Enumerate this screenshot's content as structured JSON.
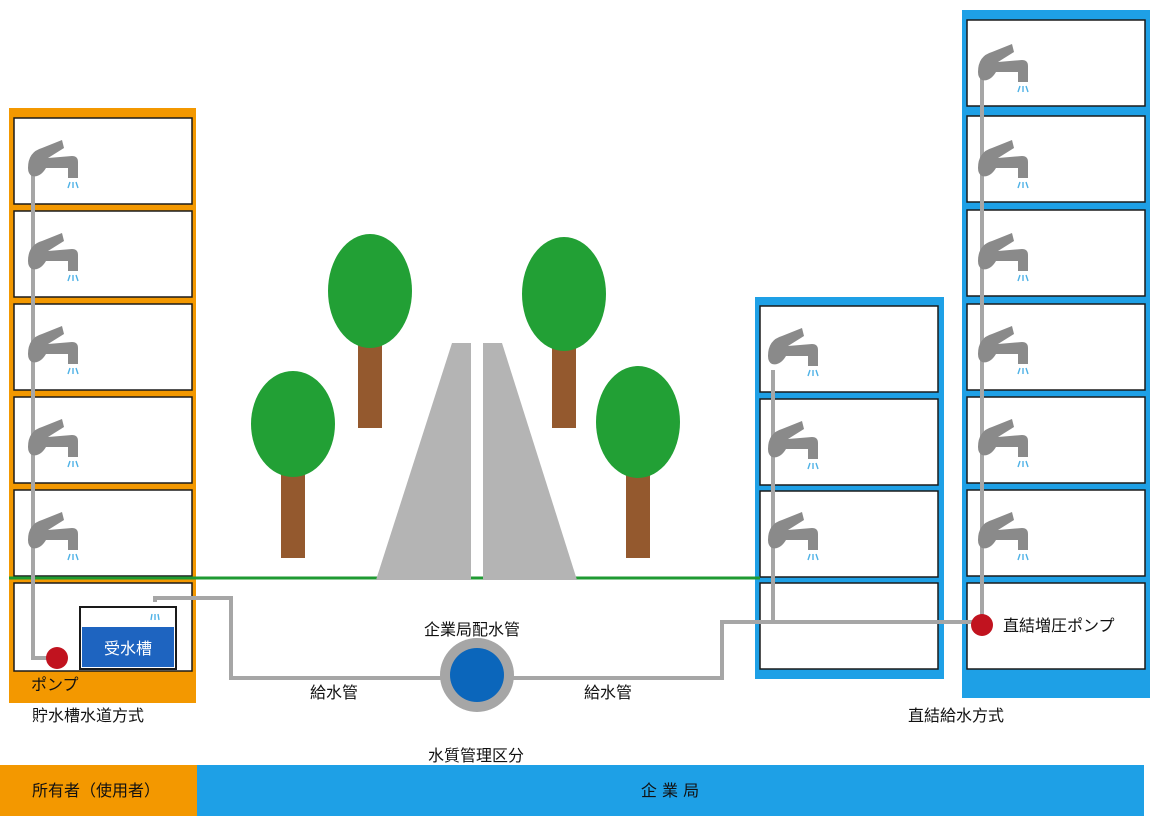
{
  "labels": {
    "tank": "受水槽",
    "pump": "ポンプ",
    "storage_system": "貯水槽水道方式",
    "supply_pipe_left": "給水管",
    "distribution_main": "企業局配水管",
    "supply_pipe_right": "給水管",
    "direct_system": "直結給水方式",
    "booster_pump": "直結増圧ポンプ",
    "quality_division": "水質管理区分"
  },
  "legend": {
    "owner": "所有者（使用者）",
    "bureau": "企 業 局"
  },
  "colors": {
    "owner": "#f39800",
    "bureau": "#1ea0e6",
    "ground": "#1f9a32",
    "tree_crown": "#22a035",
    "tree_trunk": "#94592e",
    "road": "#b4b4b4",
    "pipe": "#a6a6a6",
    "main_water": "#0b66bb",
    "pump": "#c1131f",
    "faucet": "#8a8a8a",
    "drops": "#4fb2e6"
  },
  "icons": {
    "faucet": "faucet-icon",
    "pump": "pump-icon",
    "tree": "tree-icon"
  }
}
